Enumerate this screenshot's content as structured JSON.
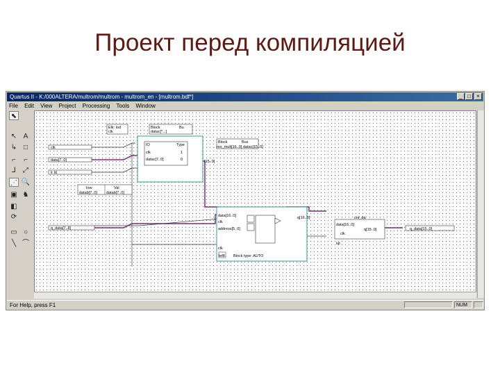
{
  "slide": {
    "title": "Проект перед компиляцией"
  },
  "window": {
    "title": "Quartus II - K:/000ALTERA/multrom/multrom - multrom_en - [multrom.bdf*]",
    "btn_min": "_",
    "btn_max": "□",
    "btn_close": "×"
  },
  "menu": [
    "File",
    "Edit",
    "View",
    "Project",
    "Processing",
    "Tools",
    "Window"
  ],
  "toolbar": {
    "icons": [
      "select-icon",
      "text-icon",
      "symbol-icon",
      "block-icon",
      "orthogonal-node-icon",
      "orthogonal-bus-icon",
      "rubberband-icon",
      "zoom-icon",
      "full-screen-icon",
      "find-icon",
      "flip-horizontal-icon",
      "flip-vertical-icon",
      "rotate-icon",
      "rectangle-icon",
      "ellipse-icon",
      "line-icon",
      "arc-icon"
    ]
  },
  "schematic": {
    "inputs": [
      "clk",
      "data[7..0]",
      "lr ld"
    ],
    "input_bottom": "q_data[7..8]",
    "block1": {
      "header": [
        "Block",
        "Bu"
      ],
      "sub_header": [
        "Elk: lod",
        "clk"
      ],
      "port_in": "datac[*...]",
      "table_header": [
        "IO",
        "Type"
      ],
      "rows": [
        [
          "clk",
          "1"
        ],
        [
          "datac[7..0]",
          "0"
        ]
      ],
      "port_out": "[15..0]"
    },
    "block2": {
      "header": [
        "Block",
        "Bus"
      ],
      "row": "res_mult[16..0]",
      "row_b": "datac[15..0]"
    },
    "lower_table": {
      "header": [
        "Iow",
        "Val"
      ],
      "row": [
        "datab[7..0]",
        "datab[7..0]"
      ]
    },
    "mux": {
      "ports": [
        "data[16..0]",
        "clk",
        "address[5..0]",
        "clk"
      ],
      "out": "q[16..0]",
      "bottom": "Block type: AUTO",
      "bottom_left": "lef8"
    },
    "reg": {
      "title": "cnt_da",
      "port_in": "data[16..0]",
      "port_clk": "clk",
      "out": "q[15..0]",
      "bottom": "lat"
    },
    "output": "q_data[15..0]"
  },
  "statusbar": {
    "help": "For Help, press F1",
    "num": "NUM"
  }
}
